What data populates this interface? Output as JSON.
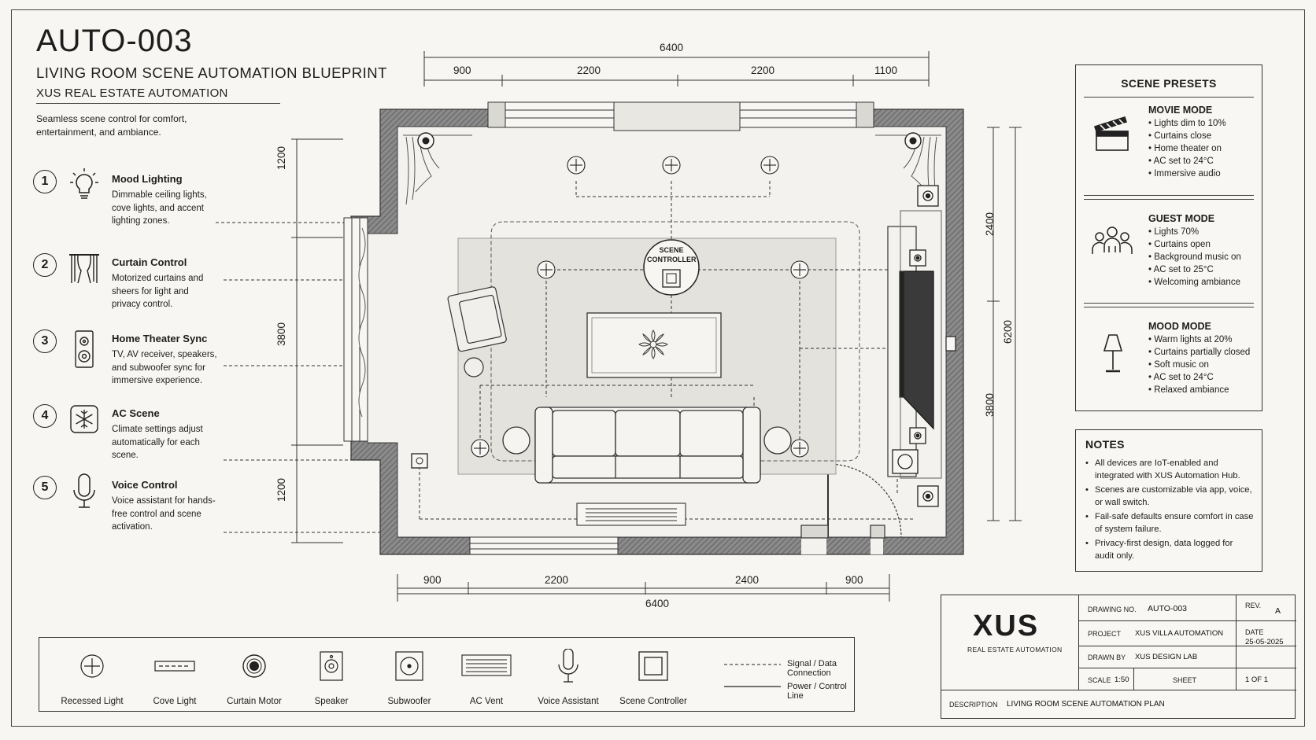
{
  "header": {
    "drawing_code": "AUTO-003",
    "subtitle": "LIVING ROOM SCENE AUTOMATION BLUEPRINT",
    "company": "XUS REAL ESTATE AUTOMATION",
    "tagline": "Seamless scene control for comfort, entertainment, and ambiance."
  },
  "features": [
    {
      "num": "1",
      "title": "Mood Lighting",
      "desc": "Dimmable ceiling lights, cove lights, and accent lighting zones.",
      "icon": "lightbulb-icon"
    },
    {
      "num": "2",
      "title": "Curtain Control",
      "desc": "Motorized curtains and sheers for light and privacy control.",
      "icon": "curtain-icon"
    },
    {
      "num": "3",
      "title": "Home Theater Sync",
      "desc": "TV, AV receiver, speakers, and subwoofer sync for immersive experience.",
      "icon": "speaker-icon"
    },
    {
      "num": "4",
      "title": "AC Scene",
      "desc": "Climate settings adjust automatically for each scene.",
      "icon": "snowflake-icon"
    },
    {
      "num": "5",
      "title": "Voice Control",
      "desc": "Voice assistant for hands-free control and scene activation.",
      "icon": "microphone-icon"
    }
  ],
  "dimensions": {
    "top_total": "6400",
    "top_segments": [
      "900",
      "2200",
      "2200",
      "1100"
    ],
    "bottom_total": "6400",
    "bottom_segments": [
      "900",
      "2200",
      "2400",
      "900"
    ],
    "left_segments": [
      "1200",
      "3800",
      "1200"
    ],
    "right_total": "6200",
    "right_segments": [
      "2400",
      "3800"
    ]
  },
  "plan": {
    "scene_controller_label_1": "SCENE",
    "scene_controller_label_2": "CONTROLLER"
  },
  "scene_presets": {
    "title": "SCENE PRESETS",
    "modes": [
      {
        "name": "MOVIE MODE",
        "icon": "clapperboard-icon",
        "items": [
          "Lights dim to 10%",
          "Curtains close",
          "Home theater on",
          "AC set to 24°C",
          "Immersive audio"
        ]
      },
      {
        "name": "GUEST MODE",
        "icon": "people-icon",
        "items": [
          "Lights 70%",
          "Curtains open",
          "Background music on",
          "AC set to 25°C",
          "Welcoming ambiance"
        ]
      },
      {
        "name": "MOOD MODE",
        "icon": "lamp-icon",
        "items": [
          "Warm lights at 20%",
          "Curtains partially closed",
          "Soft music on",
          "AC set to 24°C",
          "Relaxed ambiance"
        ]
      }
    ]
  },
  "notes": {
    "title": "NOTES",
    "items": [
      "All devices are IoT-enabled and integrated with XUS Automation Hub.",
      "Scenes are customizable via app, voice, or wall switch.",
      "Fail-safe defaults ensure comfort in case of system failure.",
      "Privacy-first design, data logged for audit only."
    ]
  },
  "legend": {
    "items": [
      "Recessed Light",
      "Cove Light",
      "Curtain Motor",
      "Speaker",
      "Subwoofer",
      "AC Vent",
      "Voice Assistant",
      "Scene Controller"
    ],
    "lines": [
      "Signal / Data Connection",
      "Power / Control Line"
    ]
  },
  "title_block": {
    "logo": "XUS",
    "logo_sub": "REAL ESTATE AUTOMATION",
    "drawing_no_label": "DRAWING NO.",
    "drawing_no": "AUTO-003",
    "rev_label": "REV.",
    "rev": "A",
    "project_label": "PROJECT",
    "project": "XUS VILLA AUTOMATION",
    "date_label": "DATE",
    "date": "25-05-2025",
    "drawn_by_label": "DRAWN BY",
    "drawn_by": "XUS DESIGN LAB",
    "scale_label": "SCALE",
    "scale": "1:50",
    "sheet_label": "SHEET",
    "sheet": "1 OF 1",
    "description_label": "DESCRIPTION",
    "description": "LIVING ROOM SCENE AUTOMATION PLAN"
  },
  "colors": {
    "ink": "#1d1d1d",
    "paper": "#f7f6f2",
    "wall": "#6a6a6a",
    "rug": "#e6e4de"
  }
}
